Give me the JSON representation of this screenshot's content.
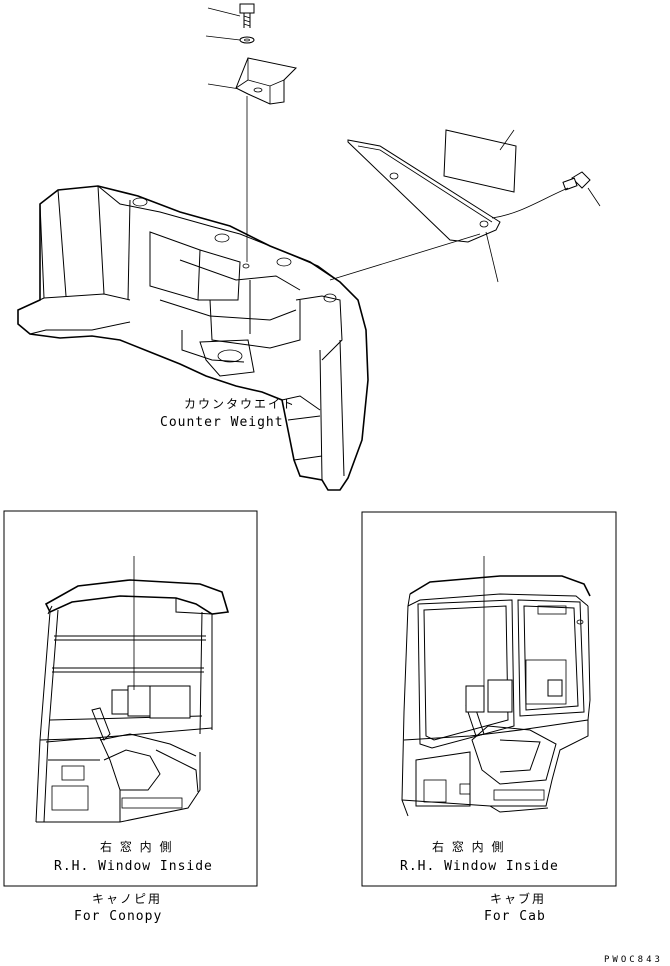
{
  "counterweight": {
    "label_jp": "カウンタウエイト",
    "label_en": "Counter Weight"
  },
  "canopy_panel": {
    "label_jp": "右 窓 内 側",
    "label_en": "R.H. Window Inside",
    "caption_jp": "キャノピ用",
    "caption_en": "For Conopy"
  },
  "cab_panel": {
    "label_jp": "右 窓 内 側",
    "label_en": "R.H. Window Inside",
    "caption_jp": "キャブ用",
    "caption_en": "For Cab"
  },
  "drawing_code": "PWOC843"
}
